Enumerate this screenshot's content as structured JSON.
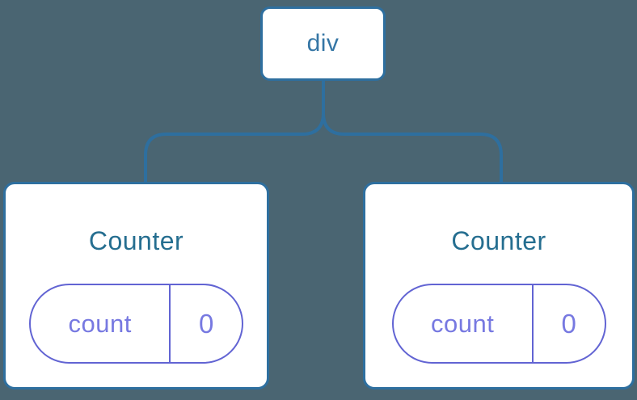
{
  "diagram": {
    "root": {
      "label": "div"
    },
    "children": [
      {
        "label": "Counter",
        "state": {
          "key": "count",
          "value": "0"
        }
      },
      {
        "label": "Counter",
        "state": {
          "key": "count",
          "value": "0"
        }
      }
    ]
  },
  "colors": {
    "background": "#4a6572",
    "node_fill": "#ffffff",
    "node_border": "#2e6f9f",
    "connector": "#2e6f9f",
    "root_label_text": "#3576a5",
    "component_label_text": "#256e90",
    "state_pill_border": "#6264d3",
    "state_pill_text": "#7779e1"
  }
}
